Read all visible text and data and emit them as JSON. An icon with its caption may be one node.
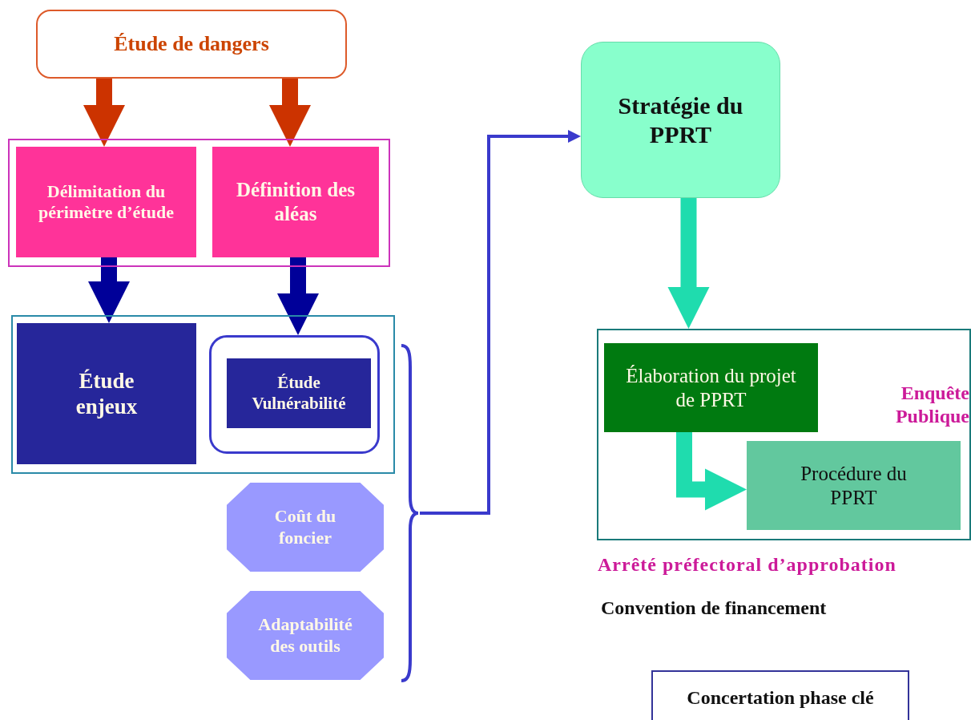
{
  "diagram": {
    "nodes": [
      {
        "text": [
          "Étude de dangers"
        ]
      },
      {
        "text": [],
        "shape": "box"
      },
      {
        "text": [
          "Délimitation du périmètre d’étude"
        ],
        "in": 1
      },
      {
        "text": [
          "Définition des aléas"
        ],
        "in": 1
      },
      {
        "text": [],
        "shape": "box"
      },
      {
        "text": [
          "Étude enjeux"
        ],
        "in": 4
      },
      {
        "text": [],
        "shape": "box",
        "in": 4
      },
      {
        "text": [
          "Étude Vulnérabilité"
        ],
        "in": 6
      },
      {
        "text": [
          "Coût du foncier"
        ]
      },
      {
        "text": [
          "Adaptabilité des outils"
        ]
      },
      {
        "text": [],
        "shape": "brace"
      },
      {
        "text": [
          "Stratégie du PPRT"
        ]
      },
      {
        "text": [],
        "shape": "box"
      },
      {
        "text": [
          "Élaboration du projet de PPRT"
        ],
        "in": 12
      },
      {
        "text": [
          "Procédure du PPRT"
        ],
        "in": 12
      },
      {
        "text": [
          "Concertation phase clé"
        ]
      }
    ],
    "edges": [
      {
        "from": 0,
        "to": 2,
        "arrow": "to",
        "color": "#cc3300"
      },
      {
        "from": 0,
        "to": 3,
        "arrow": "to",
        "color": "#cc3300"
      },
      {
        "from": 2,
        "to": 5,
        "arrow": "to",
        "color": "#000099"
      },
      {
        "from": 3,
        "to": 6,
        "arrow": "to",
        "color": "#000099"
      },
      {
        "from": 10,
        "to": 11,
        "arrow": "to",
        "color": "#3a3acc"
      },
      {
        "from": 11,
        "to": 12,
        "arrow": "to",
        "color": "#1fdcae"
      },
      {
        "from": 13,
        "to": 14,
        "arrow": "to",
        "color": "#1fdcae"
      }
    ],
    "labels": [
      "Enquête Publique",
      "Arrêté préfectoral d’approbation",
      "Convention de financement"
    ]
  }
}
